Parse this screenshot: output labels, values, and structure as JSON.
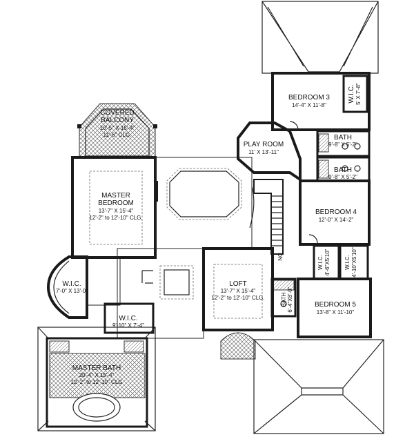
{
  "rooms": {
    "covered_balcony": {
      "name1": "COVERED",
      "name2": "BALCONY",
      "dim": "10'-5\" X 15'-4\"",
      "clg": "11'-6\" CLG."
    },
    "master_bedroom": {
      "name1": "MASTER",
      "name2": "BEDROOM",
      "dim": "13'-7\" X 15'-4\"",
      "clg": "12'-2\" to 12'-10\" CLG."
    },
    "play_room": {
      "name": "PLAY ROOM",
      "dim": "11' X 13'-11\""
    },
    "bedroom3": {
      "name": "BEDROOM 3",
      "dim": "14'-4\" X 11'-8\""
    },
    "wic_bed3": {
      "name": "W.I.C.",
      "dim": "5' X 7'-8\""
    },
    "bath1": {
      "name": "BATH",
      "dim": "9'-8\" X 5'-2\""
    },
    "bath2": {
      "name": "BATH",
      "dim": "9'-8\" X 5'-2\""
    },
    "bedroom4": {
      "name": "BEDROOM 4",
      "dim": "12'-0\" X 14'-2\""
    },
    "wic_a": {
      "name": "W.I.C.",
      "dim": "4'-6\"X5'10\""
    },
    "wic_b": {
      "name": "W.I.C.",
      "dim": "4'-10\"X5'10\""
    },
    "bath3": {
      "name": "BATH",
      "dim": "6'-4\"X8'-0\""
    },
    "bedroom5": {
      "name": "BEDROOM 5",
      "dim": "13'-8\" X 11'-10\""
    },
    "wic_master": {
      "name": "W.I.C.",
      "dim": "7'-0\" X 13'-0\""
    },
    "wic_small": {
      "name": "W.I.C.",
      "dim": "9'-10\" X 7'-4\""
    },
    "loft": {
      "name": "LOFT",
      "dim": "13'-7\" X 15'-4\"",
      "clg": "12'-2\" to 12'-10\" CLG."
    },
    "master_bath": {
      "name": "MASTER BATH",
      "dim": "20'-4\" X 15'-4\"",
      "clg": "12'-2\" to 12'-10\" CLG"
    }
  },
  "stair_label": "DN"
}
